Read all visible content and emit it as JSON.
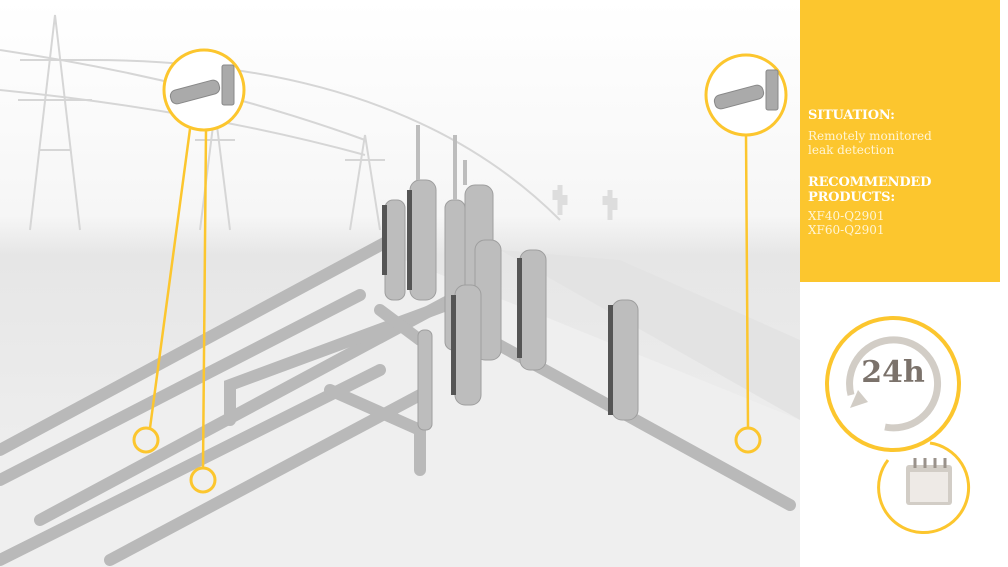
{
  "panel": {
    "situation_heading": "SITUATION:",
    "situation_text_line1": "Remotely monitored",
    "situation_text_line2": "leak detection",
    "products_heading_line1": "RECOMMENDED",
    "products_heading_line2": "PRODUCTS:",
    "products": [
      "XF40-Q2901",
      "XF60-Q2901"
    ]
  },
  "badge": {
    "label": "24h",
    "icon": "refresh-cycle-icon"
  },
  "calendar": {
    "icon": "calendar-icon"
  },
  "colors": {
    "accent": "#fcc62e",
    "pipe": "#b9b9b9",
    "ground": "#ececec",
    "badge_text": "#7b726b"
  }
}
